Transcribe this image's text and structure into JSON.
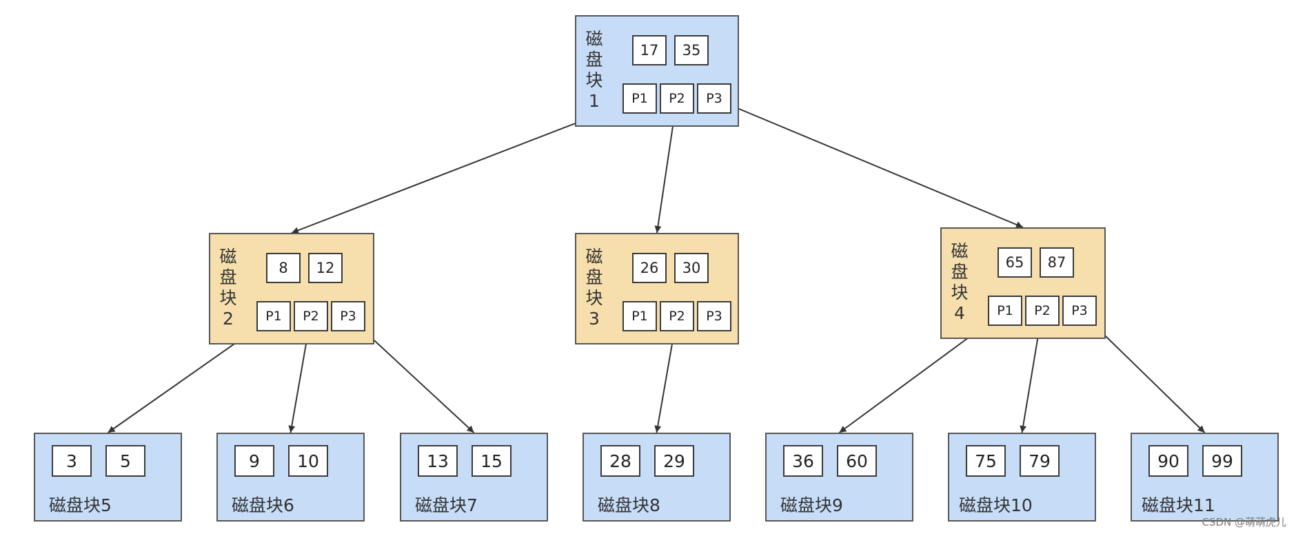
{
  "diagram": {
    "root": {
      "label_chars": [
        "磁",
        "盘",
        "块",
        "1"
      ],
      "keys": [
        "17",
        "35"
      ],
      "pointers": [
        "P1",
        "P2",
        "P3"
      ]
    },
    "internal": [
      {
        "label_chars": [
          "磁",
          "盘",
          "块",
          "2"
        ],
        "keys": [
          "8",
          "12"
        ],
        "pointers": [
          "P1",
          "P2",
          "P3"
        ]
      },
      {
        "label_chars": [
          "磁",
          "盘",
          "块",
          "3"
        ],
        "keys": [
          "26",
          "30"
        ],
        "pointers": [
          "P1",
          "P2",
          "P3"
        ]
      },
      {
        "label_chars": [
          "磁",
          "盘",
          "块",
          "4"
        ],
        "keys": [
          "65",
          "87"
        ],
        "pointers": [
          "P1",
          "P2",
          "P3"
        ]
      }
    ],
    "leaves": [
      {
        "label": "磁盘块5",
        "keys": [
          "3",
          "5"
        ]
      },
      {
        "label": "磁盘块6",
        "keys": [
          "9",
          "10"
        ]
      },
      {
        "label": "磁盘块7",
        "keys": [
          "13",
          "15"
        ]
      },
      {
        "label": "磁盘块8",
        "keys": [
          "28",
          "29"
        ]
      },
      {
        "label": "磁盘块9",
        "keys": [
          "36",
          "60"
        ]
      },
      {
        "label": "磁盘块10",
        "keys": [
          "75",
          "79"
        ]
      },
      {
        "label": "磁盘块11",
        "keys": [
          "90",
          "99"
        ]
      }
    ],
    "edges": [
      {
        "from": "root.P1",
        "to": "internal.0"
      },
      {
        "from": "root.P2",
        "to": "internal.1"
      },
      {
        "from": "root.P3",
        "to": "internal.2"
      },
      {
        "from": "internal.0.P1",
        "to": "leaf.0"
      },
      {
        "from": "internal.0.P2",
        "to": "leaf.1"
      },
      {
        "from": "internal.0.P3",
        "to": "leaf.2"
      },
      {
        "from": "internal.1.P2",
        "to": "leaf.3"
      },
      {
        "from": "internal.2.P1",
        "to": "leaf.4"
      },
      {
        "from": "internal.2.P2",
        "to": "leaf.5"
      },
      {
        "from": "internal.2.P3",
        "to": "leaf.6"
      }
    ]
  },
  "colors": {
    "leaf_fill": "#c6dcf7",
    "internal_fill": "#f6dfad",
    "edge": "#333333"
  },
  "watermark": "CSDN @萌萌虎儿"
}
